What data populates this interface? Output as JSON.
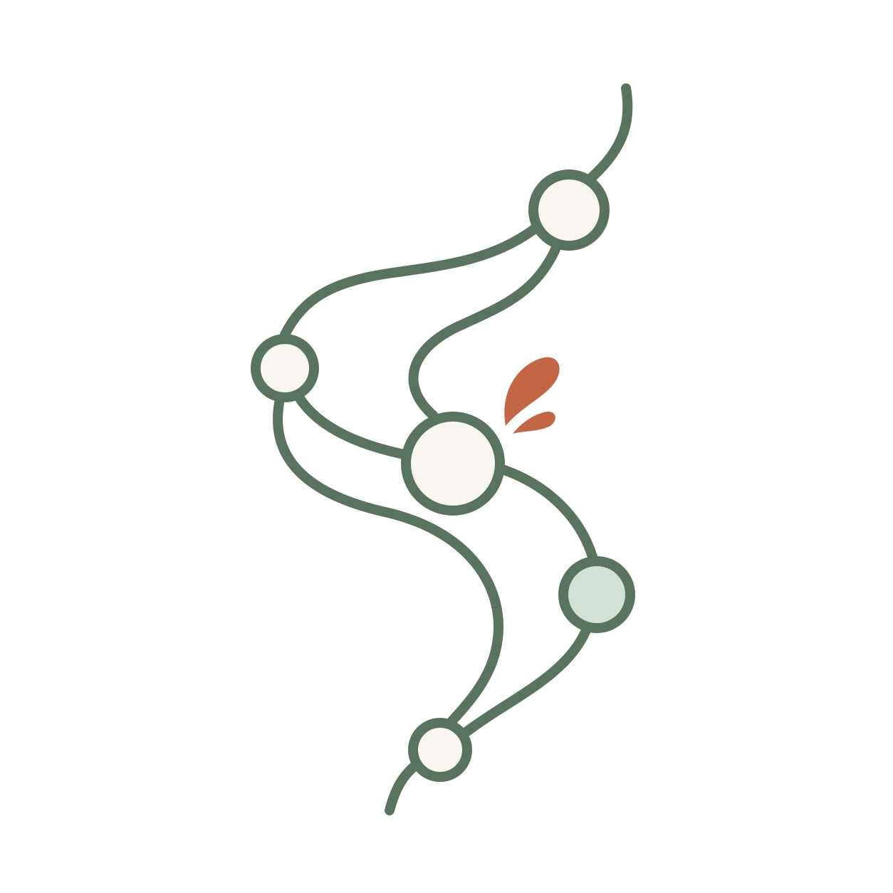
{
  "diagram": {
    "colors": {
      "background": "#ffffff",
      "line": "#58735e",
      "node_fill": "#f9f6f1",
      "node_highlight_fill": "#d3e0d6",
      "accent": "#c36645"
    },
    "nodes": [
      {
        "id": "top-right",
        "fill": "node_fill"
      },
      {
        "id": "left",
        "fill": "node_fill"
      },
      {
        "id": "center",
        "fill": "node_fill"
      },
      {
        "id": "lower-right",
        "fill": "node_highlight_fill"
      },
      {
        "id": "bottom",
        "fill": "node_fill"
      }
    ],
    "edges": [
      [
        "top-right",
        "left"
      ],
      [
        "top-right",
        "center"
      ],
      [
        "left",
        "center"
      ],
      [
        "left",
        "bottom"
      ],
      [
        "center",
        "lower-right"
      ],
      [
        "lower-right",
        "bottom"
      ]
    ],
    "icons": [
      "splash-drops-icon"
    ]
  }
}
